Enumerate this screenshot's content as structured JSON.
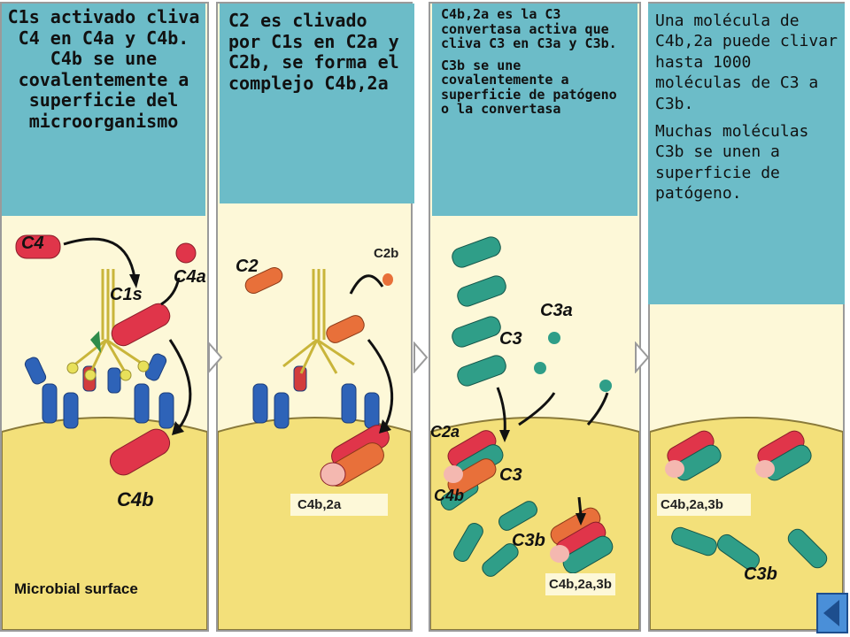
{
  "panels": [
    {
      "caption": [
        "C1s activado cliva C4 en C4a y C4b. C4b se une covalentemente a superficie del microorganismo"
      ],
      "labels": {
        "c4": "C4",
        "c1s": "C1s",
        "c4a": "C4a",
        "c4b": "C4b",
        "surface": "Microbial surface"
      }
    },
    {
      "caption": [
        "C2 es clivado por C1s en C2a y C2b, se forma el complejo C4b,2a"
      ],
      "labels": {
        "c2": "C2",
        "c2b": "C2b",
        "complex": "C4b,2a"
      }
    },
    {
      "caption": [
        "C4b,2a es la C3 convertasa activa que cliva C3 en C3a y C3b.",
        "C3b se une covalentemente a superficie de patógeno o la convertasa"
      ],
      "labels": {
        "c3a": "C3a",
        "c3": "C3",
        "c3_lower": "C3",
        "c2a": "C2a",
        "c4b": "C4b",
        "c3b": "C3b",
        "complex": "C4b,2a,3b"
      }
    },
    {
      "caption": [
        "Una molécula de C4b,2a puede clivar hasta 1000 moléculas de C3 a C3b.",
        "Muchas moléculas C3b se unen a superficie de patógeno."
      ],
      "labels": {
        "complex": "C4b,2a,3b",
        "c3b": "C3b"
      }
    }
  ],
  "colors": {
    "panel_bg": "#fdf8d8",
    "surface": "#f3e07a",
    "caption_bg": "#6cbcc8",
    "c4": "#e0354a",
    "c2": "#e8703a",
    "c3": "#2f9e88",
    "antibody": "#2e63b8",
    "c1q": "#e8e05a",
    "nav_button": "#4a8fd8"
  },
  "nav": {
    "prev_icon": "triangle-left-icon"
  }
}
